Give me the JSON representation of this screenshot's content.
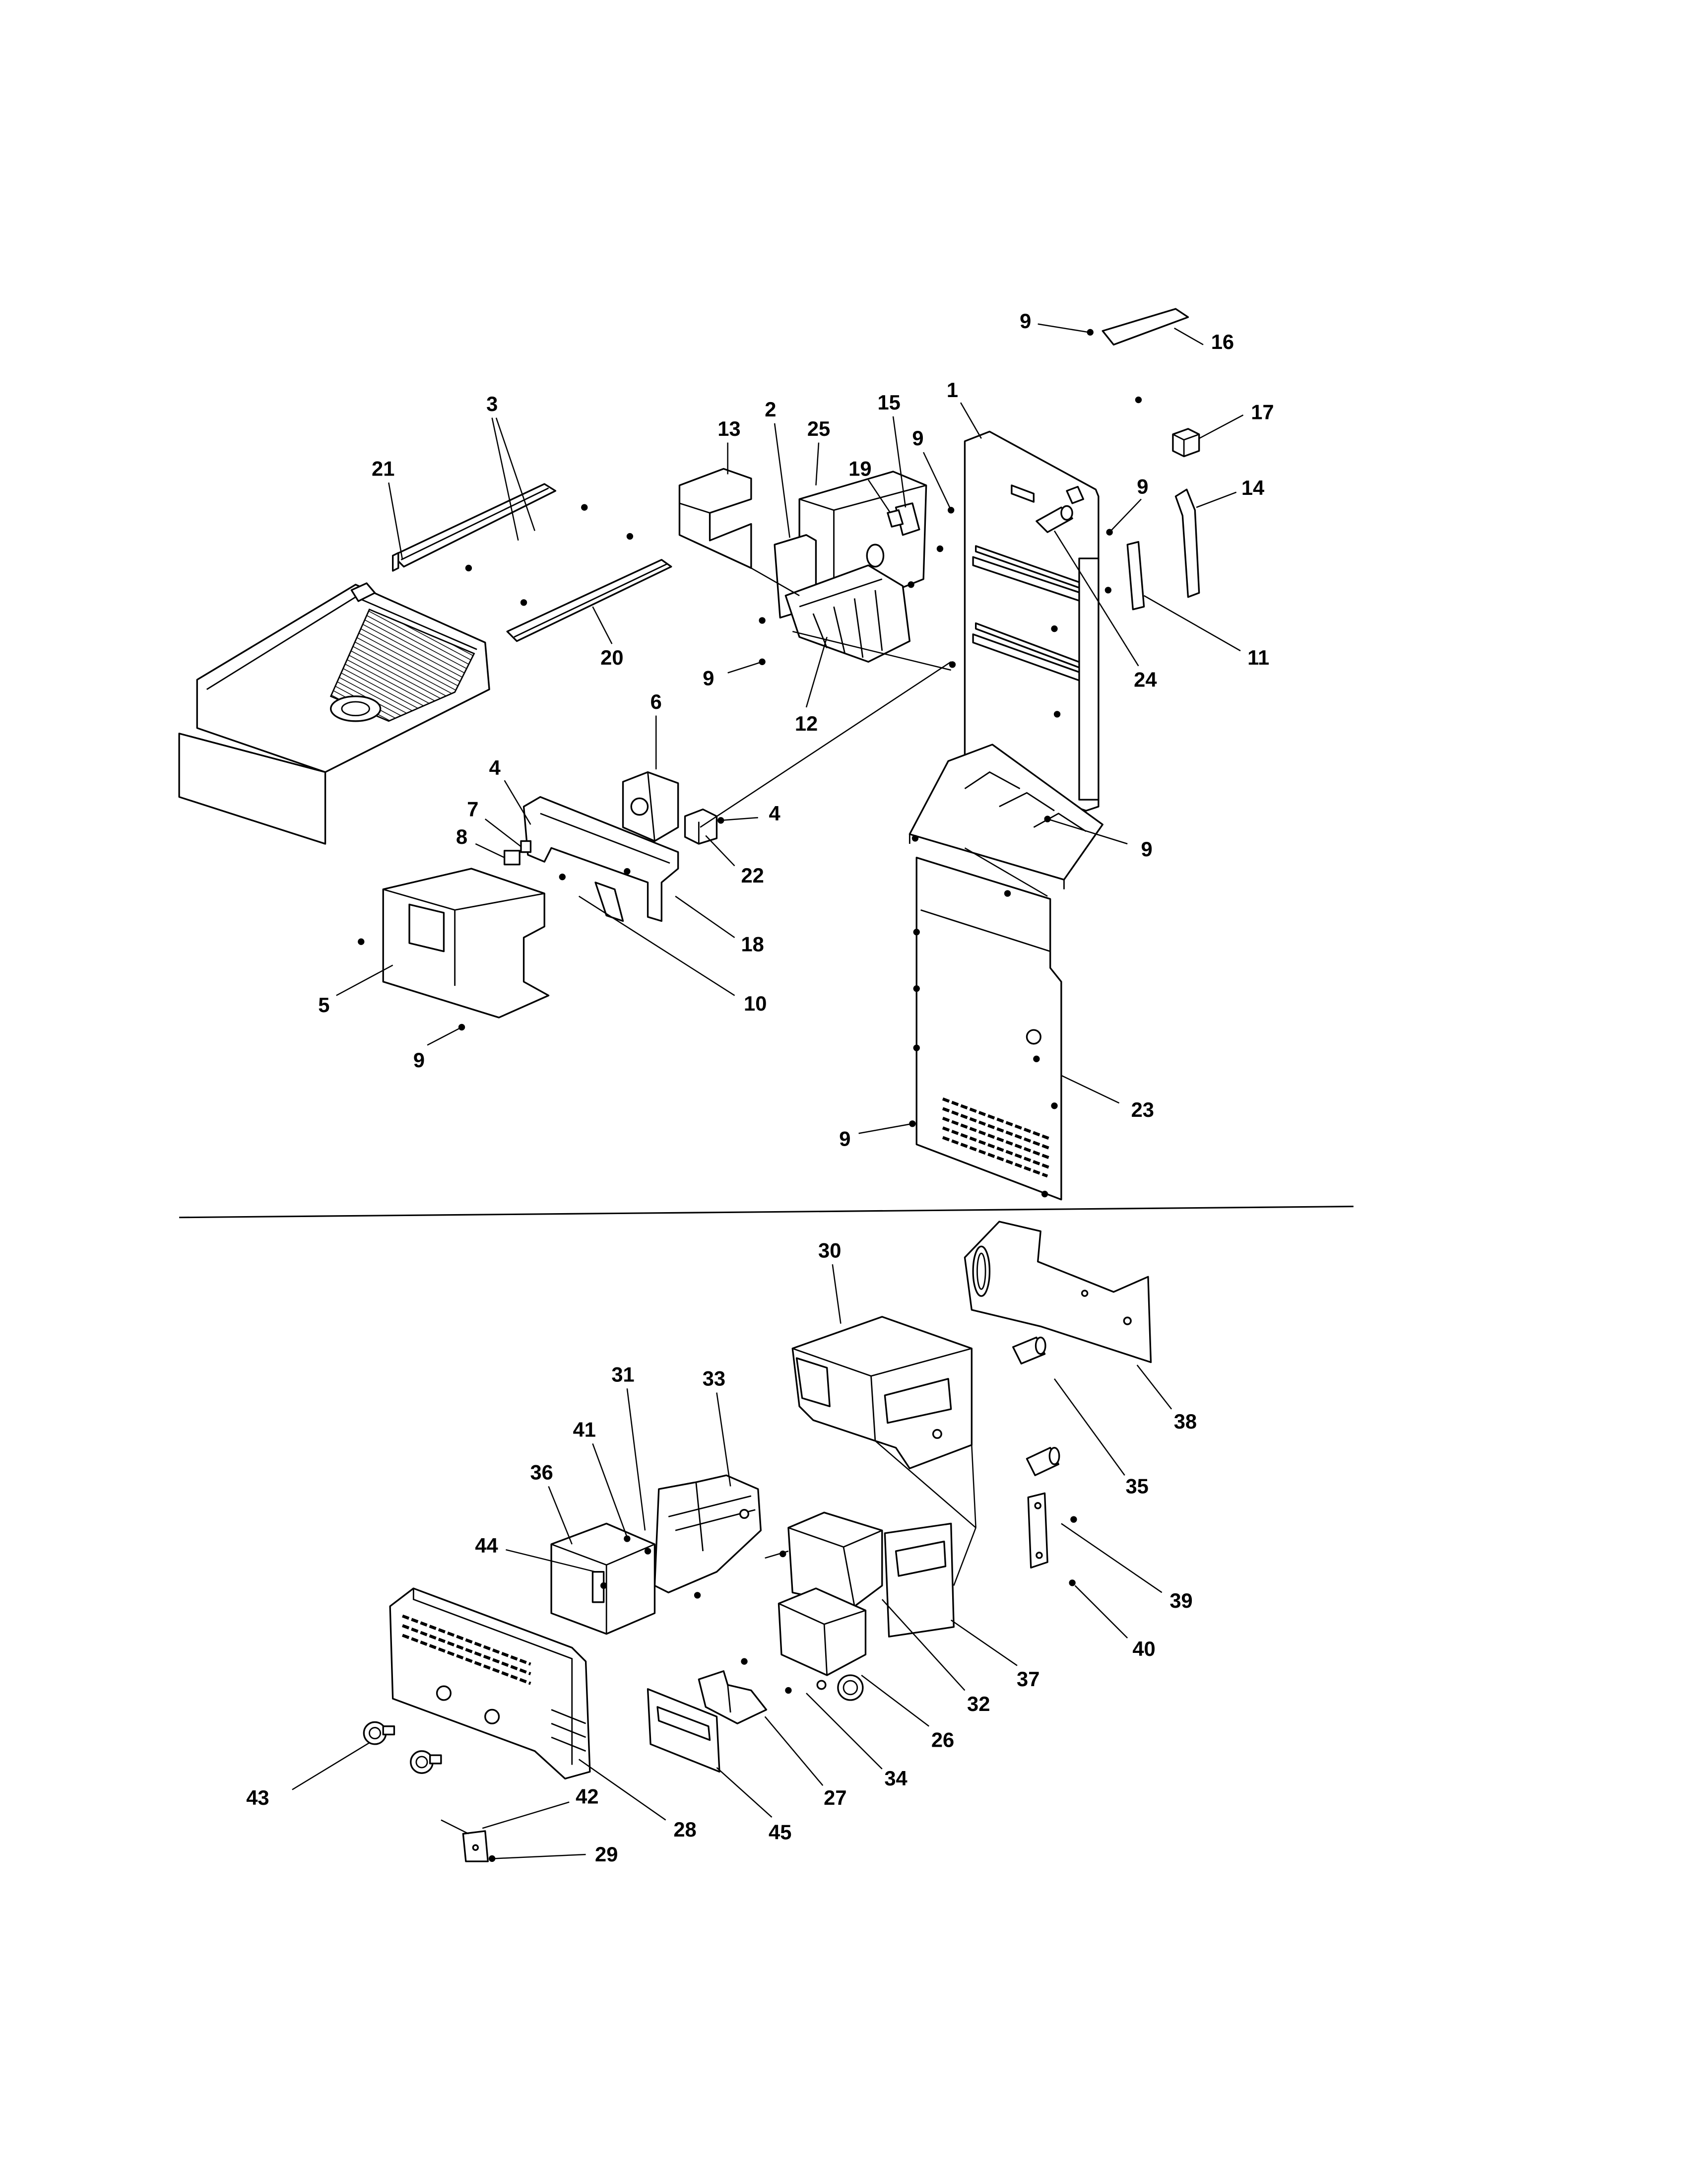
{
  "diagram": {
    "upper_callouts": [
      "16",
      "9",
      "17",
      "1",
      "15",
      "2",
      "25",
      "13",
      "3",
      "21",
      "19",
      "9",
      "9",
      "14",
      "11",
      "24",
      "20",
      "9",
      "12",
      "6",
      "4",
      "4",
      "7",
      "8",
      "22",
      "18",
      "10",
      "5",
      "9",
      "9",
      "23",
      "9"
    ],
    "lower_callouts": [
      "30",
      "38",
      "31",
      "33",
      "41",
      "36",
      "35",
      "44",
      "39",
      "40",
      "37",
      "32",
      "26",
      "34",
      "27",
      "43",
      "42",
      "28",
      "45",
      "29"
    ]
  }
}
